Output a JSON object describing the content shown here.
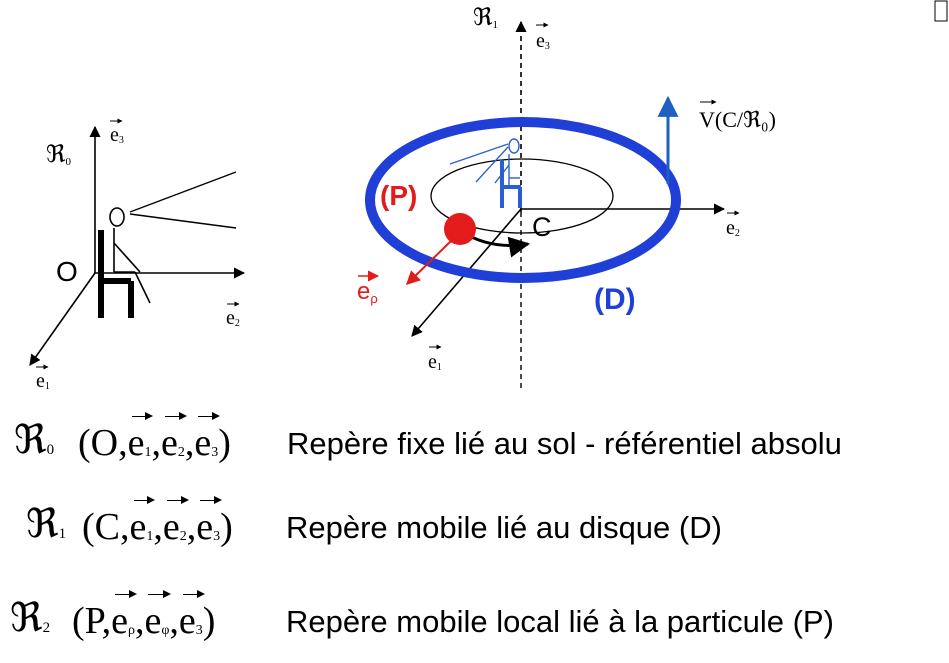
{
  "left_diagram": {
    "frame_symbol": "ℜ",
    "frame_sub": "0",
    "origin_label": "O",
    "axis_up_letter": "e",
    "axis_up_sub": "3",
    "axis_right_letter": "e",
    "axis_right_sub": "2",
    "axis_diag_letter": "e",
    "axis_diag_sub": "1"
  },
  "right_diagram": {
    "frame_symbol": "ℜ",
    "frame_sub": "1",
    "axis_up_letter": "e",
    "axis_up_sub": "3",
    "axis_right_letter": "e",
    "axis_right_sub": "2",
    "axis_diag_letter": "e",
    "axis_diag_sub": "1",
    "center_label": "C",
    "particle_label": "(P)",
    "disk_label": "(D)",
    "radial_letter": "e",
    "radial_sub": "ρ",
    "velocity_label": "V(C/ℜ₀)",
    "colors": {
      "disk": "#1f3fd6",
      "particle": "#e31b1b",
      "radial_vector": "#e31b1b",
      "velocity_vector": "#1f5fbf",
      "observer": "#2a5fd4"
    }
  },
  "legend": [
    {
      "symbol": "ℜ",
      "sub": "0",
      "point": "O",
      "vectors": [
        {
          "letter": "e",
          "sub": "1"
        },
        {
          "letter": "e",
          "sub": "2"
        },
        {
          "letter": "e",
          "sub": "3"
        }
      ],
      "description": "Repère fixe lié au sol - référentiel absolu"
    },
    {
      "symbol": "ℜ",
      "sub": "1",
      "point": "C",
      "vectors": [
        {
          "letter": "e",
          "sub": "1"
        },
        {
          "letter": "e",
          "sub": "2"
        },
        {
          "letter": "e",
          "sub": "3"
        }
      ],
      "description": "Repère mobile lié au disque (D)"
    },
    {
      "symbol": "ℜ",
      "sub": "2",
      "point": "P",
      "vectors": [
        {
          "letter": "e",
          "sub": "ρ"
        },
        {
          "letter": "e",
          "sub": "φ"
        },
        {
          "letter": "e",
          "sub": "3"
        }
      ],
      "description": "Repère mobile local lié à la particule (P)"
    }
  ]
}
